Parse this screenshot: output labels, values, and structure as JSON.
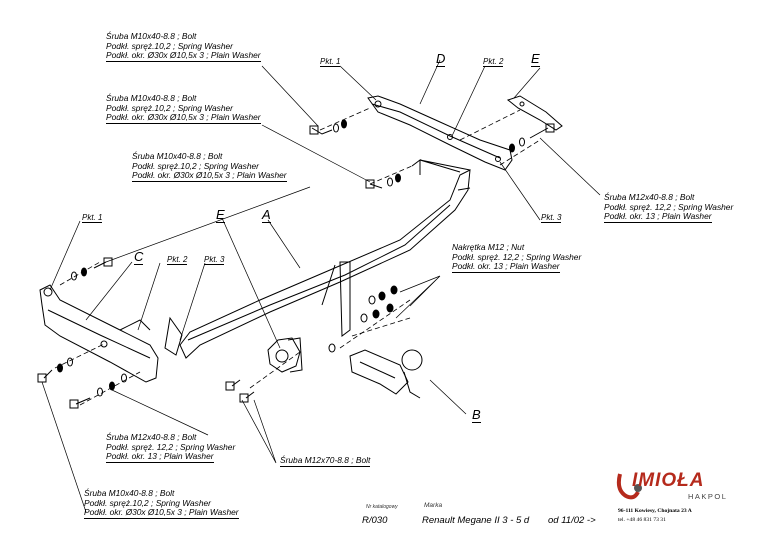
{
  "labels": {
    "bolt_m10_top": [
      "Śruba M10x40-8.8 ;  Bolt",
      "Podkł. spręż.10,2 ; Spring Washer",
      "Podkł. okr.  Ø30x Ø10,5x 3 ; Plain Washer"
    ],
    "bolt_m10_second": [
      "Śruba M10x40-8.8 ;  Bolt",
      "Podkł. spręż.10,2 ; Spring Washer",
      "Podkł. okr.  Ø30x Ø10,5x 3 ; Plain Washer"
    ],
    "bolt_m10_third": [
      "Śruba M10x40-8.8 ;  Bolt",
      "Podkł. spręż.10,2 ; Spring Washer",
      "Podkł. okr.  Ø30x Ø10,5x 3 ; Plain Washer"
    ],
    "bolt_m12_right": [
      "Śruba M12x40-8.8 ;  Bolt",
      "Podkł. spręż. 12,2 ; Spring Washer",
      "Podkł. okr. 13 ; Plain Washer"
    ],
    "nut_m12": [
      "Nakrętka  M12 ; Nut",
      "Podkł. spręż. 12,2 ; Spring Washer",
      "Podkł. okr. 13 ; Plain Washer"
    ],
    "bolt_m12_left": [
      "Śruba M12x40-8.8 ;  Bolt",
      "Podkł. spręż. 12,2 ; Spring Washer",
      "Podkł. okr. 13 ; Plain Washer"
    ],
    "bolt_m12x70": "Śruba M12x70-8.8 ;  Bolt",
    "bolt_m10_bottom": [
      "Śruba M10x40-8.8 ;  Bolt",
      "Podkł. spręż.10,2 ; Spring Washer",
      "Podkł. okr.  Ø30x Ø10,5x 3 ; Plain Washer"
    ]
  },
  "points": {
    "pkt1_top": "Pkt. 1",
    "pkt2_top": "Pkt. 2",
    "pkt3_right": "Pkt. 3",
    "pkt1_left": "Pkt. 1",
    "pkt2_left": "Pkt. 2",
    "pkt3_left": "Pkt. 3"
  },
  "parts": {
    "A": "A",
    "B": "B",
    "C": "C",
    "D": "D",
    "E_top": "E",
    "E_mid": "E"
  },
  "footer": {
    "catalog_label": "Nr katalogowy",
    "catalog_value": "R/030",
    "brand_label": "Marka",
    "brand_value": "Renault Megane II 3 - 5 d",
    "date_value": "od 11/02 ->"
  },
  "company": {
    "logo": "IMIOŁA",
    "sub": "HAKPOL",
    "address": "96-111 Kowiesy, Chojnata 23 A",
    "phone": "tel. +48 46 831 73 31",
    "logo_color": "#b52a1c"
  }
}
